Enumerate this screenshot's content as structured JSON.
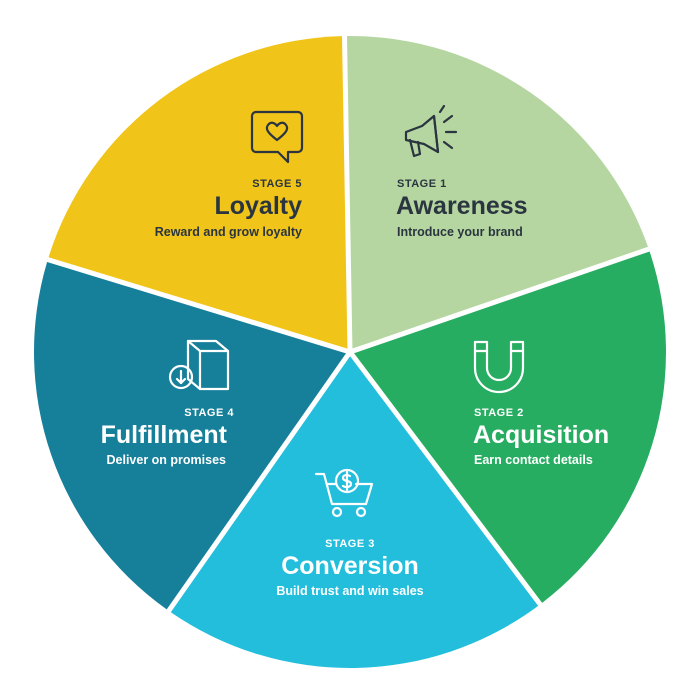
{
  "colors": {
    "awareness": "#b5d6a0",
    "acquisition": "#27ad61",
    "conversion": "#22bedb",
    "fulfillment": "#167f9a",
    "loyalty": "#f0c418",
    "dark_text": "#2a3540",
    "light_text": "#ffffff"
  },
  "stages": [
    {
      "key": "awareness",
      "label": "STAGE 1",
      "title": "Awareness",
      "description": "Introduce your brand",
      "icon": "megaphone-icon"
    },
    {
      "key": "acquisition",
      "label": "STAGE 2",
      "title": "Acquisition",
      "description": "Earn contact details",
      "icon": "magnet-icon"
    },
    {
      "key": "conversion",
      "label": "STAGE 3",
      "title": "Conversion",
      "description": "Build trust and win sales",
      "icon": "shopping-cart-dollar-icon"
    },
    {
      "key": "fulfillment",
      "label": "STAGE 4",
      "title": "Fulfillment",
      "description": "Deliver on promises",
      "icon": "package-download-icon"
    },
    {
      "key": "loyalty",
      "label": "STAGE 5",
      "title": "Loyalty",
      "description": "Reward and grow loyalty",
      "icon": "heart-chat-icon"
    }
  ]
}
